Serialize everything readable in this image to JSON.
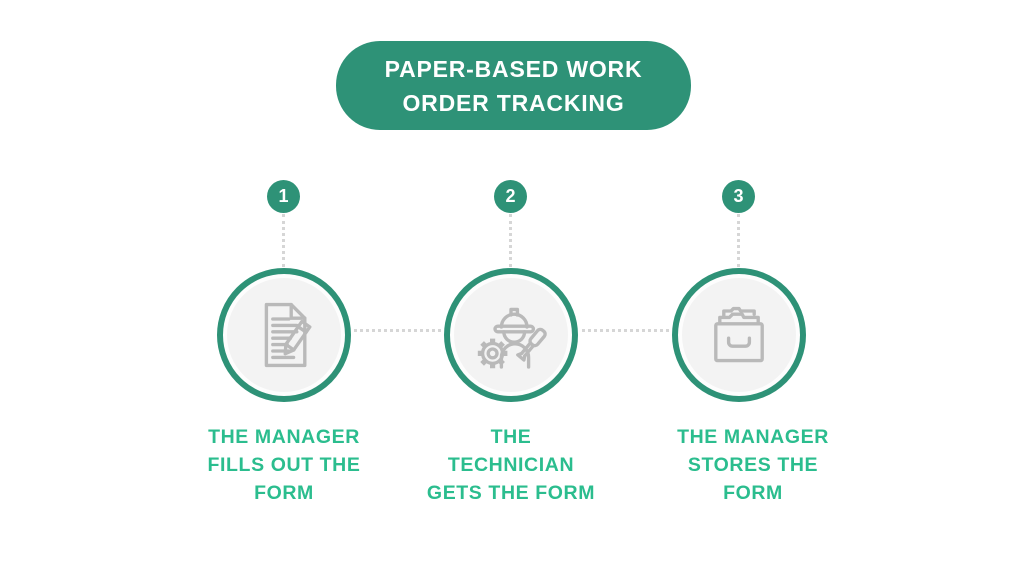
{
  "title": {
    "lines": [
      "PAPER-BASED WORK",
      "ORDER TRACKING"
    ]
  },
  "steps": [
    {
      "number": "1",
      "icon": "document-pencil-icon",
      "label_lines": [
        "THE MANAGER",
        "FILLS OUT THE",
        "FORM"
      ]
    },
    {
      "number": "2",
      "icon": "technician-icon",
      "label_lines": [
        "THE",
        "TECHNICIAN",
        "GETS THE FORM"
      ]
    },
    {
      "number": "3",
      "icon": "archive-drawer-icon",
      "label_lines": [
        "THE MANAGER",
        "STORES THE",
        "FORM"
      ]
    }
  ],
  "colors": {
    "primary_green": "#2E9277",
    "label_green": "#2BBD8E",
    "icon_gray": "#B9B9B9",
    "circle_fill": "#F3F3F3",
    "dot_gray": "#D6D6D6",
    "background": "#FFFFFF"
  }
}
